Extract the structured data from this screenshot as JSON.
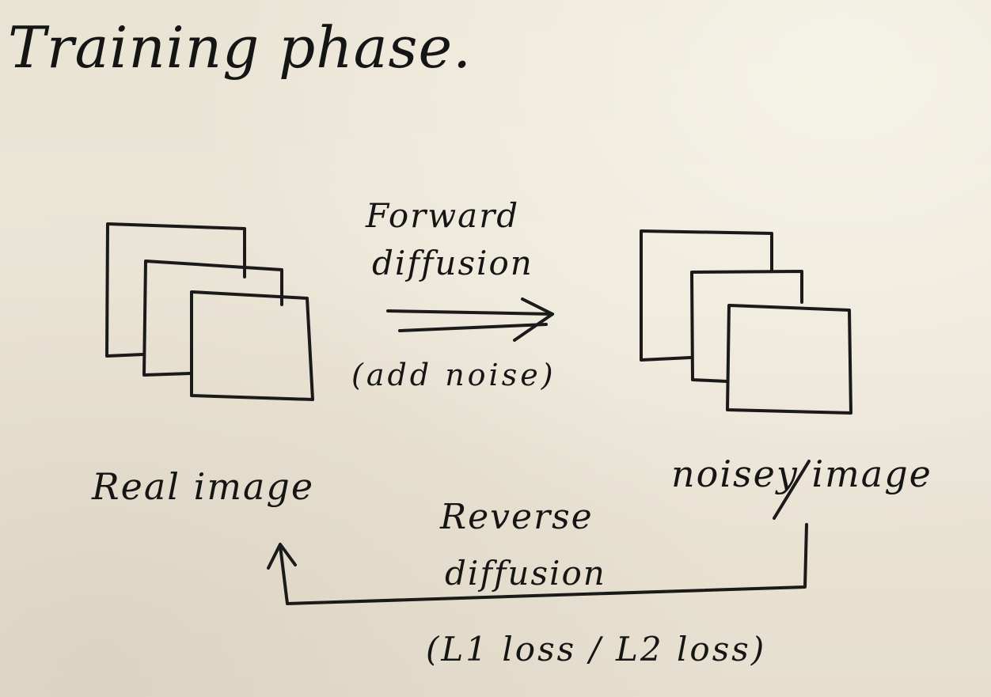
{
  "title": "Training phase.",
  "forward": {
    "line1": "Forward",
    "line2": "diffusion",
    "note": "(add noise)"
  },
  "left_label": "Real image",
  "right_label": "noisey image",
  "reverse": {
    "line1": "Reverse",
    "line2": "diffusion",
    "note": "(L1 loss / L2 loss)"
  }
}
